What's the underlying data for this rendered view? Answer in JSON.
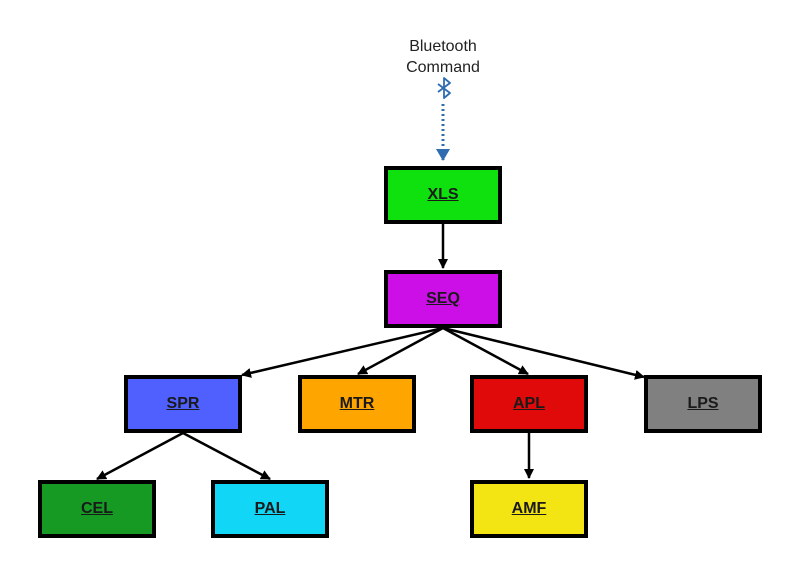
{
  "bluetooth": {
    "label_line1": "Bluetooth",
    "label_line2": "Command",
    "icon": "bluetooth-icon",
    "color": "#2f6db0"
  },
  "nodes": {
    "xls": {
      "label": "XLS",
      "color": "#0ee10e"
    },
    "seq": {
      "label": "SEQ",
      "color": "#cc0fe6"
    },
    "spr": {
      "label": "SPR",
      "color": "#5060ff"
    },
    "mtr": {
      "label": "MTR",
      "color": "#ffa500"
    },
    "apl": {
      "label": "APL",
      "color": "#e10a0a"
    },
    "lps": {
      "label": "LPS",
      "color": "#808080"
    },
    "cel": {
      "label": "CEL",
      "color": "#169a24"
    },
    "pal": {
      "label": "PAL",
      "color": "#12d6f5"
    },
    "amf": {
      "label": "AMF",
      "color": "#f3e414"
    }
  },
  "edges": [
    {
      "from": "xls",
      "to": "seq"
    },
    {
      "from": "seq",
      "to": "spr"
    },
    {
      "from": "seq",
      "to": "mtr"
    },
    {
      "from": "seq",
      "to": "apl"
    },
    {
      "from": "seq",
      "to": "lps"
    },
    {
      "from": "spr",
      "to": "cel"
    },
    {
      "from": "spr",
      "to": "pal"
    },
    {
      "from": "apl",
      "to": "amf"
    }
  ]
}
